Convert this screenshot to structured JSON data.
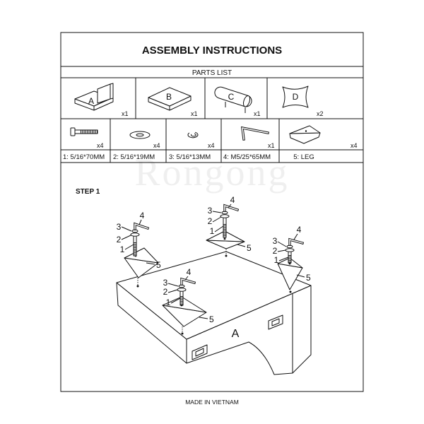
{
  "title": "ASSEMBLY INSTRUCTIONS",
  "parts_list": {
    "header": "PARTS LIST",
    "parts": [
      {
        "label": "A",
        "qty": "x1"
      },
      {
        "label": "B",
        "qty": "x1"
      },
      {
        "label": "C",
        "qty": "x1"
      },
      {
        "label": "D",
        "qty": "x2"
      }
    ],
    "hardware": [
      {
        "name": "1: 5/16*70MM",
        "qty": "x4",
        "icon": "bolt-icon"
      },
      {
        "name": "2: 5/16*19MM",
        "qty": "x4",
        "icon": "washer-icon"
      },
      {
        "name": "3: 5/16*13MM",
        "qty": "x4",
        "icon": "lock-washer-icon"
      },
      {
        "name": "4: M5/25*65MM",
        "qty": "x1",
        "icon": "allen-key-icon"
      },
      {
        "name": "5: LEG",
        "qty": "x4",
        "icon": "leg-icon"
      }
    ]
  },
  "step": {
    "title": "STEP 1",
    "callouts": [
      "1",
      "2",
      "3",
      "4",
      "5"
    ],
    "base_label": "A"
  },
  "footer": "MADE IN VIETNAM",
  "watermark": "Rongong"
}
